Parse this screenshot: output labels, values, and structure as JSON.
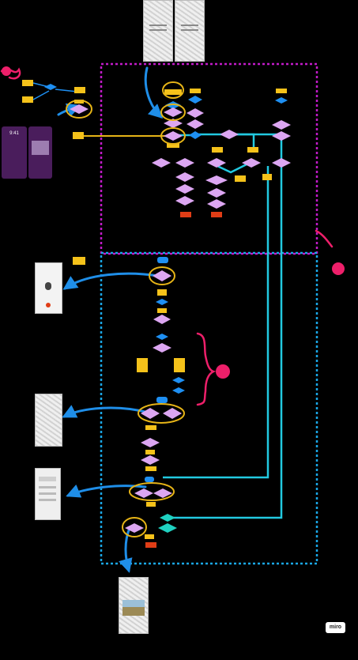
{
  "app": {
    "badge_label": "miro"
  },
  "phone": {
    "time": "9:41"
  },
  "colors": {
    "background": "#000000",
    "frame_magenta": "#c21bc9",
    "frame_cyan": "#1aa7e6",
    "connector_cyan": "#22c9e0",
    "connector_blue": "#1f8ee8",
    "node_violet": "#dca6f2",
    "node_blue": "#1e8ff2",
    "node_teal": "#1fd1c1",
    "sticky_yellow": "#f5c21a",
    "highlight_gold": "#e6b417",
    "annotation_pink": "#ee1f6a",
    "terminal_red": "#e03d16"
  },
  "icons": {
    "badge": "miro-logo",
    "scribble": "hand-drawn-scribble-icon",
    "bracket": "hand-drawn-bracket-icon",
    "arrow": "hand-drawn-arrow-icon"
  }
}
